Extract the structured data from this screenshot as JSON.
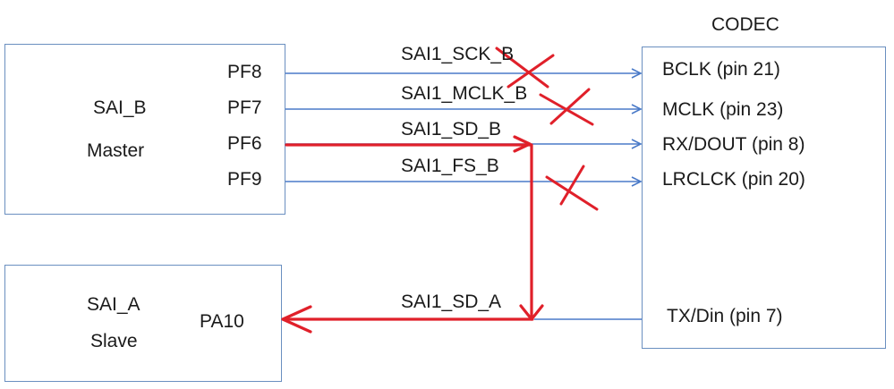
{
  "codec": {
    "title": "CODEC",
    "pins": {
      "bclk": "BCLK (pin 21)",
      "mclk": "MCLK (pin 23)",
      "rx_dout": "RX/DOUT (pin 8)",
      "lrclck": "LRCLCK (pin 20)",
      "tx_din": "TX/Din (pin 7)"
    }
  },
  "sai_b": {
    "name": "SAI_B",
    "role": "Master",
    "pins": {
      "pf8": "PF8",
      "pf7": "PF7",
      "pf6": "PF6",
      "pf9": "PF9"
    }
  },
  "sai_a": {
    "name": "SAI_A",
    "role": "Slave",
    "pins": {
      "pa10": "PA10"
    }
  },
  "signals": {
    "sck": "SAI1_SCK_B",
    "mclk": "SAI1_MCLK_B",
    "sd_b": "SAI1_SD_B",
    "fs_b": "SAI1_FS_B",
    "sd_a": "SAI1_SD_A"
  },
  "colors": {
    "blue_line": "#4a7ac8",
    "red_annotation": "#e0202a",
    "box_border": "#6a8fc0",
    "text": "#1a1a1a"
  }
}
